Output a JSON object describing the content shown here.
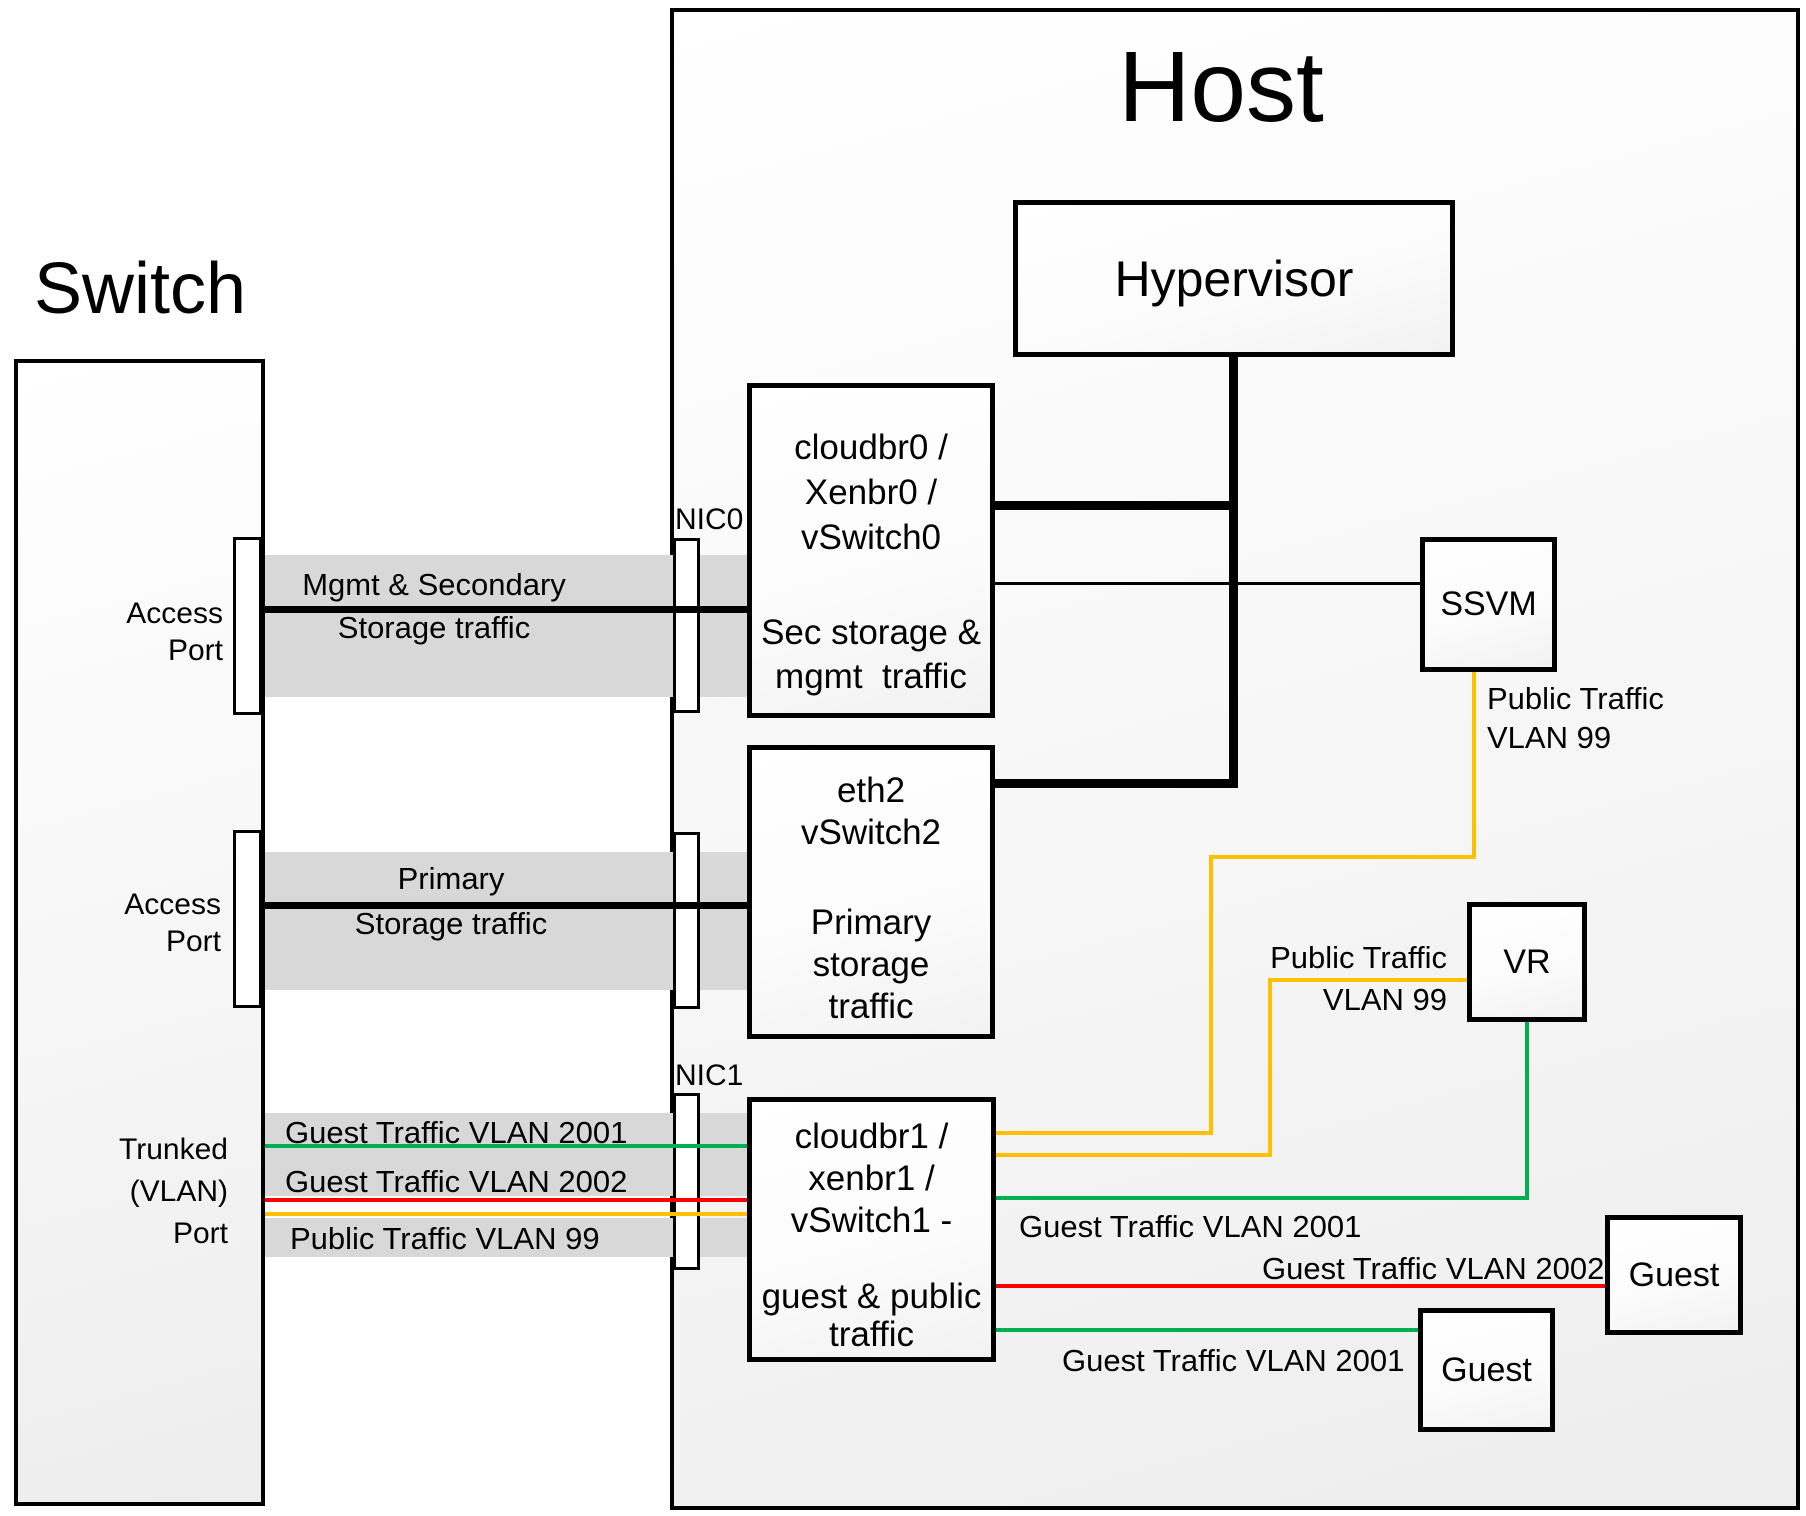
{
  "colors": {
    "ink": "#000000",
    "band_gray": "#d8d8d8",
    "guest_vlan_2001_green": "#00b050",
    "guest_vlan_2002_red": "#ff0000",
    "public_vlan_99_yellow": "#ffc000"
  },
  "switch": {
    "title": "Switch",
    "access_port_top": {
      "line1": "Access",
      "line2": "Port"
    },
    "access_port_bottom": {
      "line1": "Access",
      "line2": "Port"
    },
    "trunked_port": {
      "line1": "Trunked",
      "line2": "(VLAN)",
      "line3": "Port"
    }
  },
  "host": {
    "title": "Host",
    "hypervisor": "Hypervisor",
    "nic0": "NIC0",
    "nic1": "NIC1"
  },
  "nodes": {
    "bridge0": {
      "line1": "cloudbr0 /",
      "line2": "Xenbr0 /",
      "line3": "vSwitch0",
      "line4": "Sec storage &",
      "line5": "mgmt  traffic"
    },
    "bridge2": {
      "line1": "eth2",
      "line2": "vSwitch2",
      "line3": "Primary",
      "line4": "storage",
      "line5": "traffic"
    },
    "bridge1": {
      "line1": "cloudbr1 /",
      "line2": "xenbr1 /",
      "line3": "vSwitch1 -",
      "line4": "guest & public",
      "line5": "traffic"
    },
    "ssvm": "SSVM",
    "vr": "VR",
    "guest1": "Guest",
    "guest2": "Guest"
  },
  "traffic_labels": {
    "mgmt_band": {
      "line1": "Mgmt & Secondary",
      "line2": "Storage traffic"
    },
    "primary_band": {
      "line1": "Primary",
      "line2": "Storage traffic"
    },
    "trunk_2001": "Guest Traffic VLAN 2001",
    "trunk_2002": "Guest Traffic VLAN 2002",
    "trunk_99": "Public Traffic VLAN 99",
    "ssvm_public": {
      "line1": "Public Traffic",
      "line2": "VLAN 99"
    },
    "vr_public": {
      "line1": "Public Traffic",
      "line2": "VLAN 99"
    },
    "vr_guest": "Guest Traffic VLAN 2001",
    "guest1_link": "Guest Traffic VLAN 2002",
    "guest2_link": "Guest Traffic VLAN 2001"
  }
}
